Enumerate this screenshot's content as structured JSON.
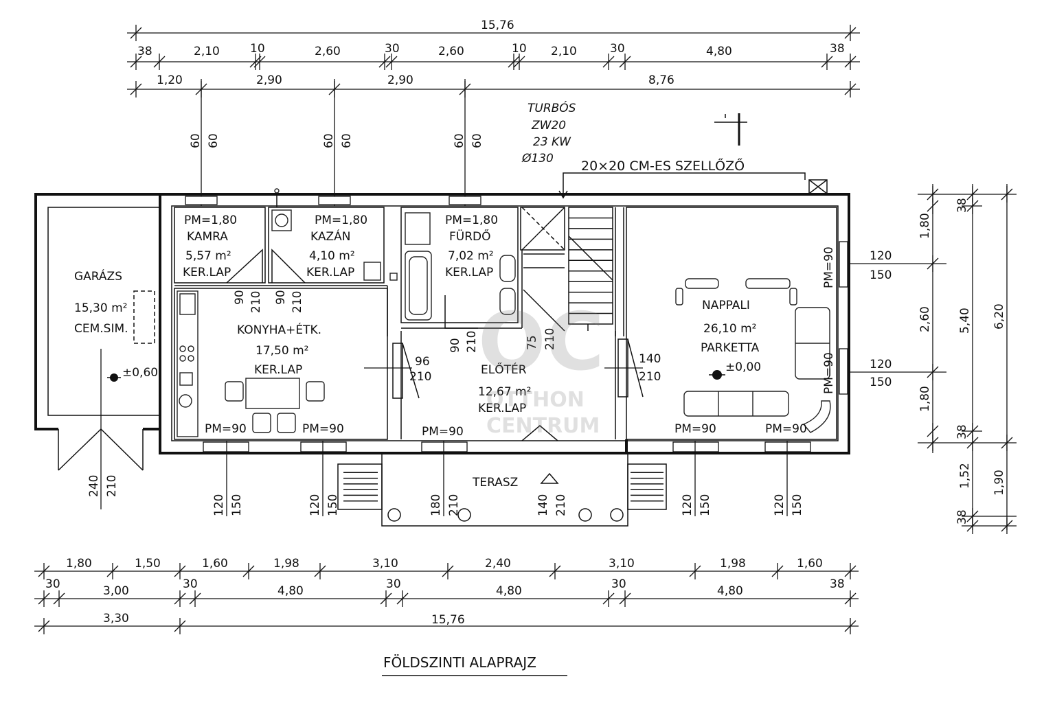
{
  "title": "FÖLDSZINTI ALAPRAJZ",
  "top_dims": {
    "row1": [
      "15,76"
    ],
    "row2": [
      "38",
      "2,10",
      "10",
      "2,60",
      "30",
      "2,60",
      "10",
      "2,10",
      "30",
      "4,80",
      "38"
    ],
    "row3": [
      "1,20",
      "2,90",
      "2,90",
      "8,76"
    ]
  },
  "bottom_dims": {
    "row1": [
      "1,80",
      "1,50",
      "1,60",
      "1,98",
      "3,10",
      "2,40",
      "3,10",
      "1,98",
      "1,60"
    ],
    "row2": [
      "30",
      "3,00",
      "30",
      "4,80",
      "30",
      "4,80",
      "30",
      "4,80",
      "38"
    ],
    "row3": [
      "3,30",
      "15,76"
    ]
  },
  "right_dims": {
    "inner": [
      "38",
      "1,80",
      "2,60",
      "1,80",
      "38"
    ],
    "middle": [
      "5,40",
      "1,52",
      "38"
    ],
    "outer": [
      "6,20",
      "1,90"
    ]
  },
  "boiler_note": [
    "TURBÓS",
    "ZW20",
    "23 KW",
    "Ø130"
  ],
  "vent_label": "20×20 CM-ES SZELLŐZŐ",
  "rooms": {
    "garazs": {
      "name": "GARÁZS",
      "area": "15,30 m²",
      "floor": "CEM.SIM.",
      "level": "±0,60"
    },
    "kamra": {
      "pm": "PM=1,80",
      "name": "KAMRA",
      "area": "5,57 m²",
      "floor": "KER.LAP"
    },
    "kazan": {
      "pm": "PM=1,80",
      "name": "KAZÁN",
      "area": "4,10 m²",
      "floor": "KER.LAP"
    },
    "furdo": {
      "pm": "PM=1,80",
      "name": "FÜRDŐ",
      "area": "7,02 m²",
      "floor": "KER.LAP"
    },
    "konyha": {
      "name": "KONYHA+ÉTK.",
      "area": "17,50 m²",
      "floor": "KER.LAP"
    },
    "eloter": {
      "name": "ELŐTÉR",
      "area": "12,67 m²",
      "floor": "KER.LAP"
    },
    "nappali": {
      "name": "NAPPALI",
      "area": "26,10 m²",
      "floor": "PARKETTA",
      "level": "±0,00"
    },
    "terasz": {
      "name": "TERASZ"
    }
  },
  "window_labels": {
    "konyha_left": "PM=90",
    "konyha_right": "PM=90",
    "eloter": "PM=90",
    "nappali_left": "PM=90",
    "nappali_right": "PM=90",
    "nappali_side_top": "PM=90",
    "nappali_side_bottom": "PM=90"
  },
  "opening_sizes": {
    "upper_windows": [
      [
        "60",
        "60"
      ],
      [
        "60",
        "60"
      ],
      [
        "60",
        "60"
      ]
    ],
    "kamra_door": [
      "90",
      "210"
    ],
    "kazan_door": [
      "90",
      "210"
    ],
    "furdo_door": [
      "90",
      "210"
    ],
    "stair_door": [
      "75",
      "210"
    ],
    "konyha_door": [
      "96",
      "210"
    ],
    "nappali_door": [
      "140",
      "210"
    ],
    "side_windows": [
      [
        "120",
        "150"
      ],
      [
        "120",
        "150"
      ]
    ],
    "garage_door": [
      "240",
      "210"
    ],
    "bottom": [
      [
        "120",
        "150"
      ],
      [
        "120",
        "150"
      ],
      [
        "180",
        "210"
      ],
      [
        "140",
        "210"
      ],
      [
        "120",
        "150"
      ],
      [
        "120",
        "150"
      ]
    ]
  },
  "watermark": {
    "logo": "OC",
    "line1": "OTTHON",
    "line2": "CENTRUM"
  }
}
